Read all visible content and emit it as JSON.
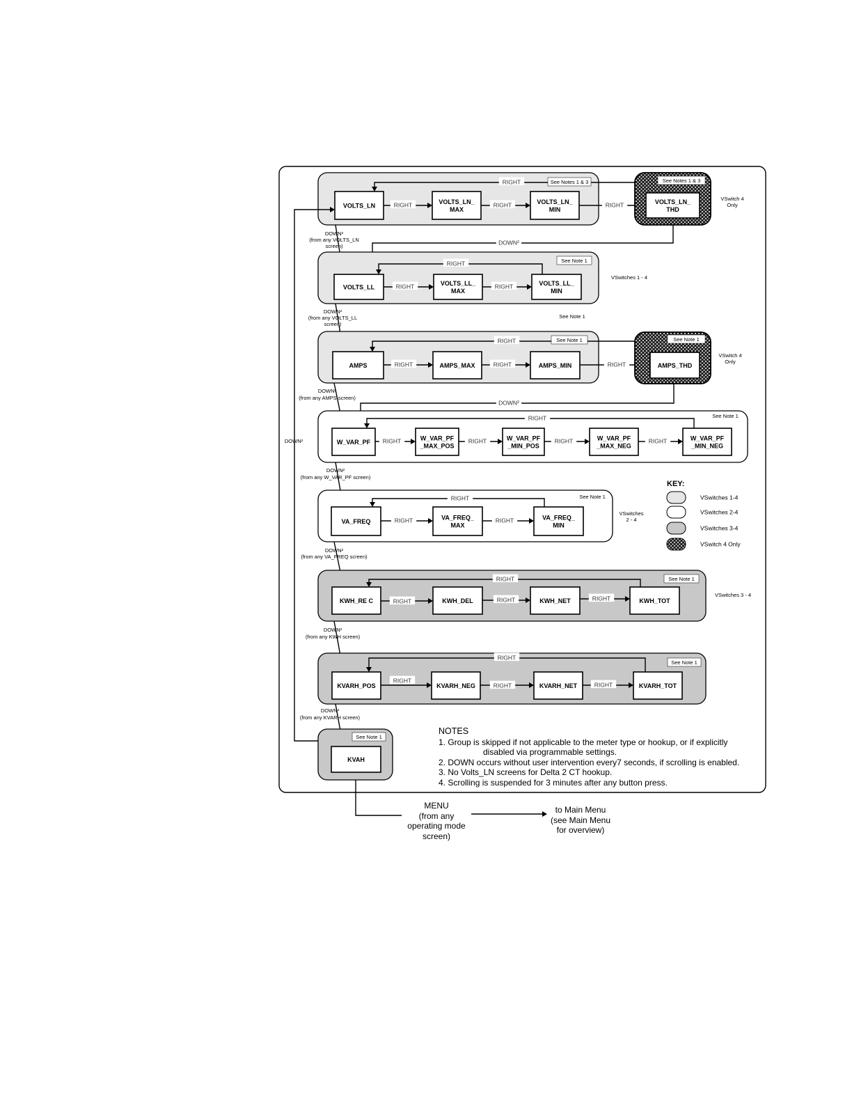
{
  "labels": {
    "right": "RIGHT",
    "down": "DOWN²",
    "down_main": "DOWN²",
    "see_note_1": "See Note 1",
    "see_notes_1_3": "See Notes 1 & 3"
  },
  "groups": [
    {
      "id": "volts-ln",
      "style": "vs14",
      "screens": [
        [
          "VOLTS_LN"
        ],
        [
          "VOLTS_LN_",
          "MAX"
        ],
        [
          "VOLTS_LN_",
          "MIN"
        ]
      ],
      "down_from": [
        "(from any VOLTS_LN",
        "screen)"
      ]
    },
    {
      "id": "volts-ln-thd",
      "style": "vs4",
      "screens": [
        [
          "VOLTS_LN_",
          "THD"
        ]
      ],
      "side_label": [
        "VSwitch 4",
        "Only"
      ]
    },
    {
      "id": "volts-ll",
      "style": "vs14",
      "screens": [
        [
          "VOLTS_LL"
        ],
        [
          "VOLTS_LL_",
          "MAX"
        ],
        [
          "VOLTS_LL_",
          "MIN"
        ]
      ],
      "side_label": [
        "VSwitches 1 - 4"
      ],
      "down_from": [
        "(from any VOLTS_LL",
        "screen)"
      ]
    },
    {
      "id": "amps",
      "style": "vs14",
      "screens": [
        [
          "AMPS"
        ],
        [
          "AMPS_MAX"
        ],
        [
          "AMPS_MIN"
        ]
      ],
      "down_from": [
        "(from any AMPS screen)"
      ]
    },
    {
      "id": "amps-thd",
      "style": "vs4",
      "screens": [
        [
          "AMPS_THD"
        ]
      ],
      "side_label": [
        "VSwitch 4",
        "Only"
      ]
    },
    {
      "id": "w-var-pf",
      "style": "vs24",
      "screens": [
        [
          "W_VAR_PF"
        ],
        [
          "W_VAR_PF",
          "_MAX_POS"
        ],
        [
          "W_VAR_PF",
          "_MIN_POS"
        ],
        [
          "W_VAR_PF",
          "_MAX_NEG"
        ],
        [
          "W_VAR_PF",
          "_MIN_NEG"
        ]
      ],
      "down_from": [
        "(from any W_VAR_PF screen)"
      ]
    },
    {
      "id": "va-freq",
      "style": "vs24",
      "screens": [
        [
          "VA_FREQ"
        ],
        [
          "VA_FREQ_",
          "MAX"
        ],
        [
          "VA_FREQ_",
          "MIN"
        ]
      ],
      "side_label": [
        "VSwitches",
        "2 - 4"
      ],
      "down_from": [
        "(from any VA_FREQ screen)"
      ]
    },
    {
      "id": "kwh",
      "style": "vs34",
      "screens": [
        [
          "KWH_RE C"
        ],
        [
          "KWH_DEL"
        ],
        [
          "KWH_NET"
        ],
        [
          "KWH_TOT"
        ]
      ],
      "side_label": [
        "VSwitches 3 - 4"
      ],
      "down_from": [
        "(from any KWH screen)"
      ]
    },
    {
      "id": "kvarh",
      "style": "vs34",
      "screens": [
        [
          "KVARH_POS"
        ],
        [
          "KVARH_NEG"
        ],
        [
          "KVARH_NET"
        ],
        [
          "KVARH_TOT"
        ]
      ],
      "down_from": [
        "(from any KVARH screen)"
      ]
    },
    {
      "id": "kvah",
      "style": "vs34",
      "screens": [
        [
          "KVAH"
        ]
      ]
    }
  ],
  "key": {
    "title": "KEY:",
    "items": [
      {
        "style": "vs14",
        "label": "VSwitches 1-4"
      },
      {
        "style": "vs24",
        "label": "VSwitches 2-4"
      },
      {
        "style": "vs34",
        "label": "VSwitches 3-4"
      },
      {
        "style": "vs4",
        "label": "VSwitch 4 Only"
      }
    ]
  },
  "colors": {
    "vs14": "#e6e6e6",
    "vs24": "#ffffff",
    "vs34": "#c8c8c8",
    "vs4_bg": "#1a1a1a",
    "vs4_dot": "#d9d9d9"
  },
  "notes": {
    "title": "NOTES",
    "items": [
      "1.  Group is skipped if not applicable to the meter type or hookup, or if  explicitly",
      "disabled via programmable settings.",
      "2.  DOWN occurs without user intervention every7 seconds, if scrolling is enabled.",
      "3.  No Volts_LN screens for Delta 2 CT hookup.",
      "4.  Scrolling is suspended for 3 minutes after any button press."
    ]
  },
  "menu": {
    "source": [
      "MENU",
      "(from any",
      "operating mode",
      "screen)"
    ],
    "target": [
      "to Main Menu",
      "(see Main Menu",
      "for overview)"
    ]
  }
}
